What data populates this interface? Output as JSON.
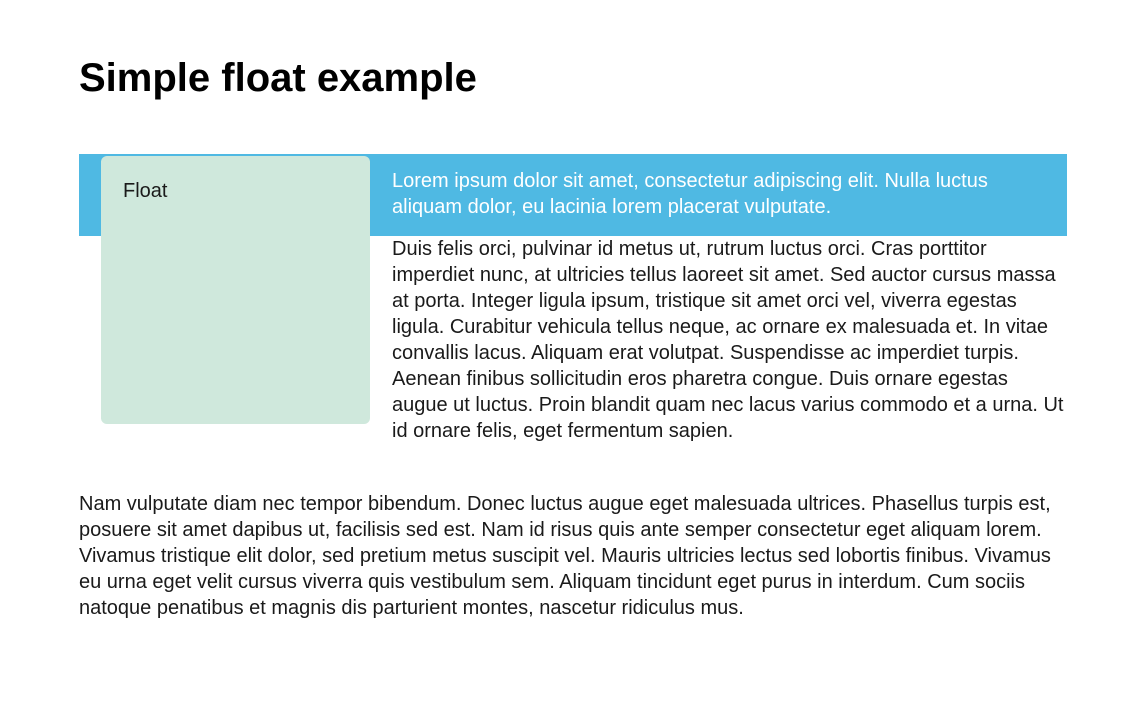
{
  "page": {
    "title": "Simple float example"
  },
  "float_box": {
    "label": "Float"
  },
  "paragraphs": {
    "special": "Lorem ipsum dolor sit amet, consectetur adipiscing elit. Nulla luctus aliquam dolor, eu lacinia lorem placerat vulputate.",
    "second": "Duis felis orci, pulvinar id metus ut, rutrum luctus orci. Cras porttitor imperdiet nunc, at ultricies tellus laoreet sit amet. Sed auctor cursus massa at porta. Integer ligula ipsum, tristique sit amet orci vel, viverra egestas ligula. Curabitur vehicula tellus neque, ac ornare ex malesuada et. In vitae convallis lacus. Aliquam erat volutpat. Suspendisse ac imperdiet turpis. Aenean finibus sollicitudin eros pharetra congue. Duis ornare egestas augue ut luctus. Proin blandit quam nec lacus varius commodo et a urna. Ut id ornare felis, eget fermentum sapien.",
    "third": "Nam vulputate diam nec tempor bibendum. Donec luctus augue eget malesuada ultrices. Phasellus turpis est, posuere sit amet dapibus ut, facilisis sed est. Nam id risus quis ante semper consectetur eget aliquam lorem. Vivamus tristique elit dolor, sed pretium metus suscipit vel. Mauris ultricies lectus sed lobortis finibus. Vivamus eu urna eget velit cursus viverra quis vestibulum sem. Aliquam tincidunt eget purus in interdum. Cum sociis natoque penatibus et magnis dis parturient montes, nascetur ridiculus mus."
  },
  "colors": {
    "float_background": "#cfe8dc",
    "special_background": "#4fb9e3",
    "special_text": "#ffffff",
    "body_text": "#1a1a1a"
  }
}
